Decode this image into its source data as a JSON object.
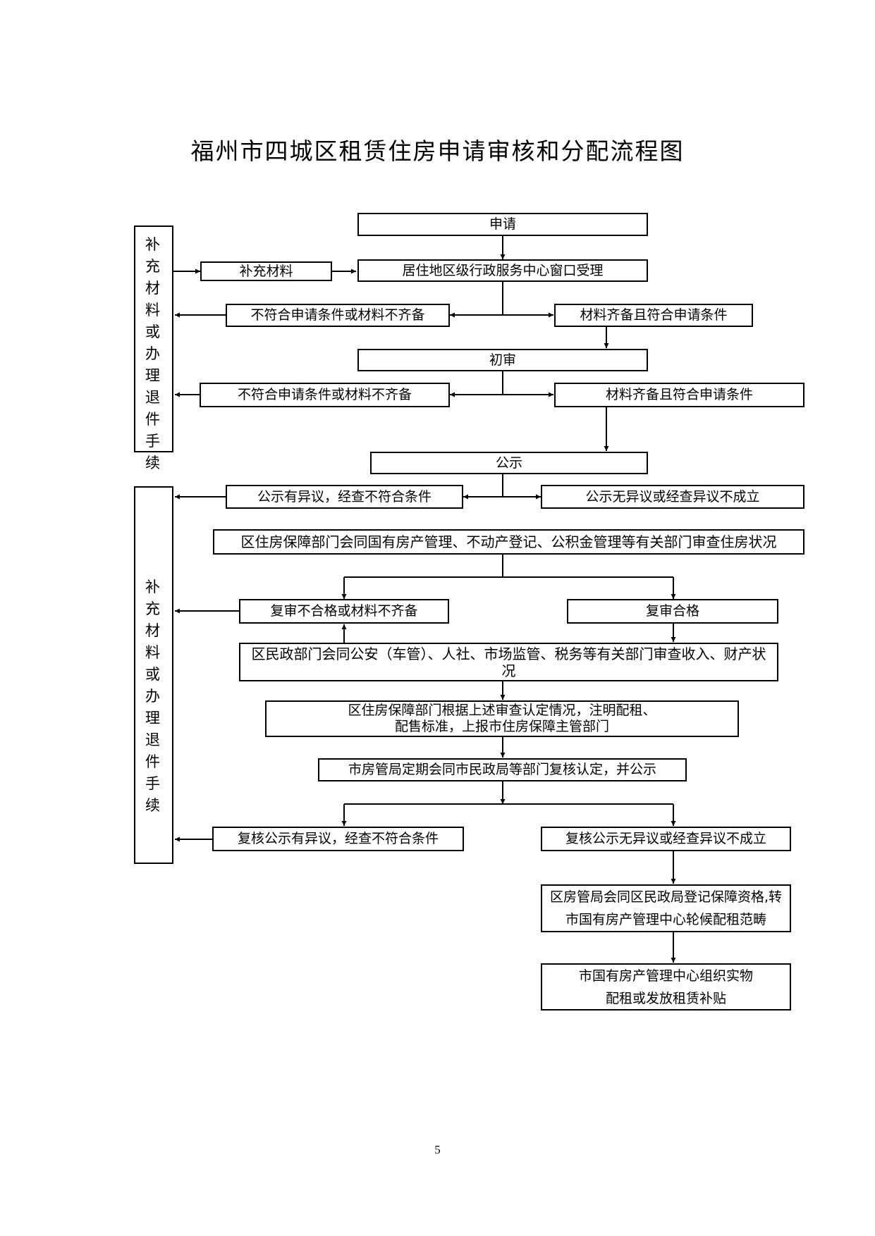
{
  "title": "福州市四城区租赁住房申请审核和分配流程图",
  "page_number": "5",
  "side_boxes": {
    "top": "补充材料或办理退件手续",
    "bottom": "补充材料或办理退件手续"
  },
  "nodes": {
    "apply": "申请",
    "supplement": "补充材料",
    "window_accept": "居住地区级行政服务中心窗口受理",
    "fail_1": "不符合申请条件或材料不齐备",
    "pass_1": "材料齐备且符合申请条件",
    "first_review": "初审",
    "fail_2": "不符合申请条件或材料不齐备",
    "pass_2": "材料齐备且符合申请条件",
    "publicity": "公示",
    "objection": "公示有异议，经查不符合条件",
    "no_objection": "公示无异议或经查异议不成立",
    "housing_check": "区住房保障部门会同国有房产管理、不动产登记、公积金管理等有关部门审查住房状况",
    "recheck_fail": "复审不合格或材料不齐备",
    "recheck_pass": "复审合格",
    "income_check": "区民政部门会同公安（车管）、人社、市场监管、税务等有关部门审查收入、财产状况",
    "standard": "区住房保障部门根据上述审查认定情况，注明配租、配售标准，上报市住房保障主管部门",
    "city_review": "市房管局定期会同市民政局等部门复核认定，并公示",
    "review_objection": "复核公示有异议，经查不符合条件",
    "review_no_objection": "复核公示无异议或经查异议不成立",
    "register": "区房管局会同区民政局登记保障资格,转市国有房产管理中心轮候配租范畴",
    "allocate": "市国有房产管理中心组织实物配租或发放租赁补贴"
  }
}
